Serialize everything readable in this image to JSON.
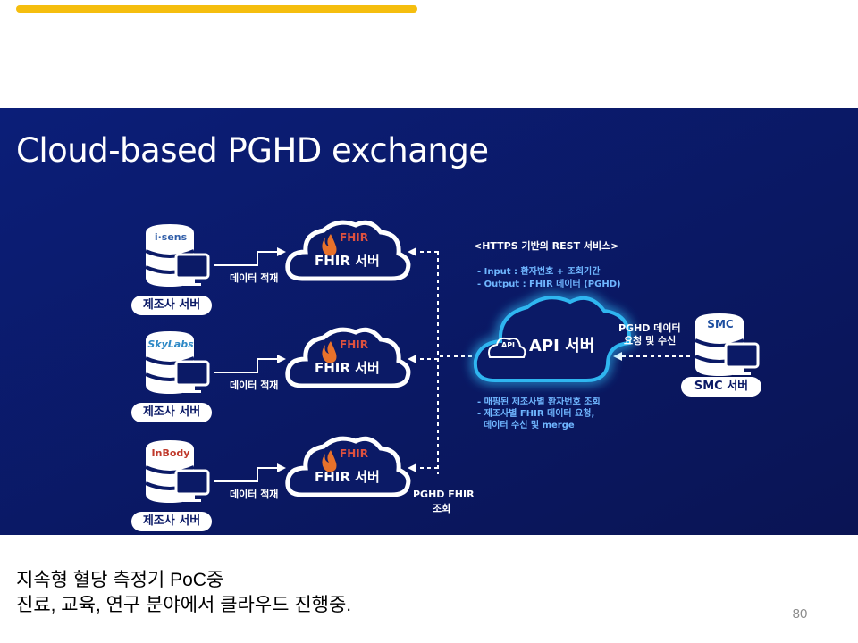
{
  "slide": {
    "accent_color": "#F5BE0E",
    "page_number": "80"
  },
  "diagram": {
    "title": "Cloud-based PGHD exchange",
    "background_colors": [
      "#0B1E78",
      "#0A1454"
    ],
    "manufacturers": [
      {
        "logo_text": "i·sens",
        "label": "제조사 서버",
        "flow_label": "데이터 적재",
        "logo_color": "#2F5DA8"
      },
      {
        "logo_text": "SkyLabs",
        "label": "제조사 서버",
        "flow_label": "데이터 적재",
        "logo_color": "#2E89C6"
      },
      {
        "logo_text": "InBody",
        "label": "제조사 서버",
        "flow_label": "데이터 적재",
        "logo_color": "#C0392B"
      }
    ],
    "fhir_servers": [
      {
        "icon_text": "FHIR",
        "label": "FHIR 서버"
      },
      {
        "icon_text": "FHIR",
        "label": "FHIR 서버"
      },
      {
        "icon_text": "FHIR",
        "label": "FHIR 서버"
      }
    ],
    "rest_service": {
      "title": "<HTTPS 기반의 REST 서비스>",
      "input": "- Input : 환자번호 + 조회기간",
      "output": "- Output : FHIR 데이터 (PGHD)"
    },
    "api_server": {
      "icon_text": "API",
      "label": "API 서버",
      "glow_color": "#2FB6F0"
    },
    "api_notes": [
      "- 매핑된 제조사별 환자번호 조회",
      "- 제조사별 FHIR 데이터 요청,",
      "  데이터 수신 및 merge"
    ],
    "pghd_fhir_query": [
      "PGHD FHIR",
      "조회"
    ],
    "pghd_request": [
      "PGHD 데이터",
      "요청 및 수신"
    ],
    "smc": {
      "logo_text": "SMC",
      "label": "SMC 서버"
    }
  },
  "notes": [
    "지속형 혈당 측정기 PoC중",
    "진료, 교육, 연구 분야에서 클라우드 진행중."
  ]
}
